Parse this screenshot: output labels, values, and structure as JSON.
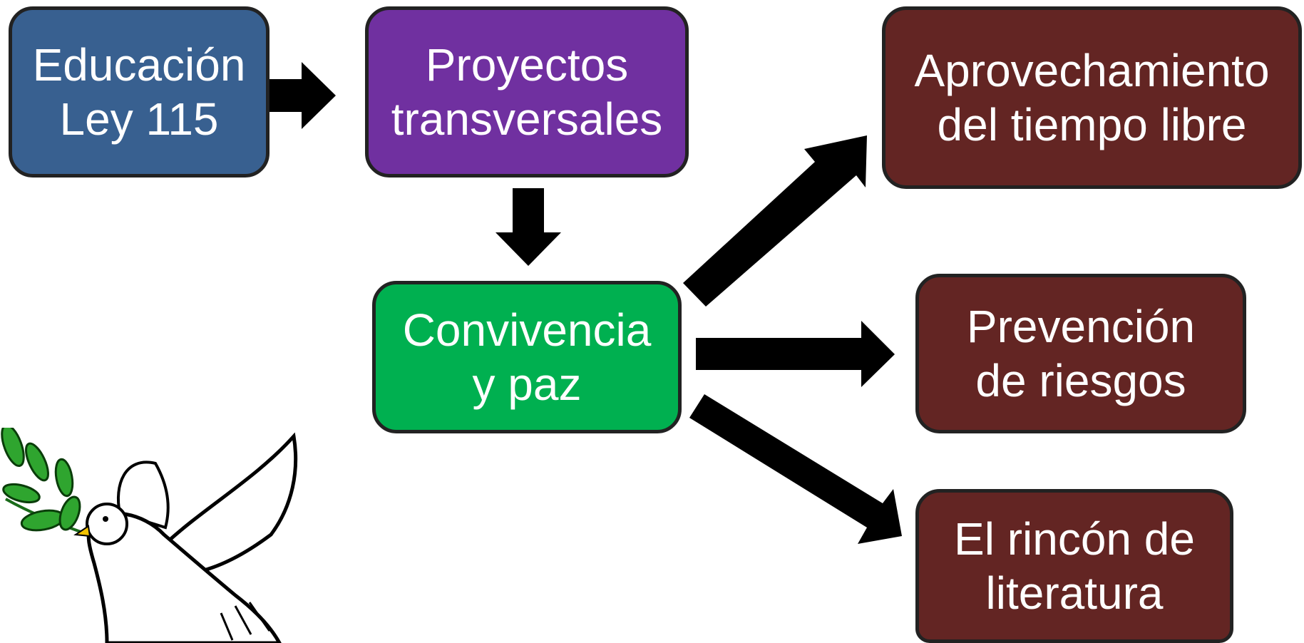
{
  "nodes": {
    "educacion": "Educación\nLey 115",
    "proyectos": "Proyectos\ntransversales",
    "convivencia": "Convivencia\ny paz",
    "aprovechamiento": "Aprovechamiento\ndel tiempo libre",
    "prevencion": "Prevención\nde riesgos",
    "rincon": "El rincón de\nliteratura"
  },
  "colors": {
    "educacion": "#386090",
    "proyectos": "#7030a0",
    "convivencia": "#00b050",
    "outcomes": "#632523",
    "arrow": "#000000",
    "border": "#222222"
  },
  "edges": [
    {
      "from": "educacion",
      "to": "proyectos"
    },
    {
      "from": "proyectos",
      "to": "convivencia"
    },
    {
      "from": "convivencia",
      "to": "aprovechamiento"
    },
    {
      "from": "convivencia",
      "to": "prevencion"
    },
    {
      "from": "convivencia",
      "to": "rincon"
    }
  ],
  "illustration": {
    "icon": "dove-with-olive-branch-icon"
  }
}
